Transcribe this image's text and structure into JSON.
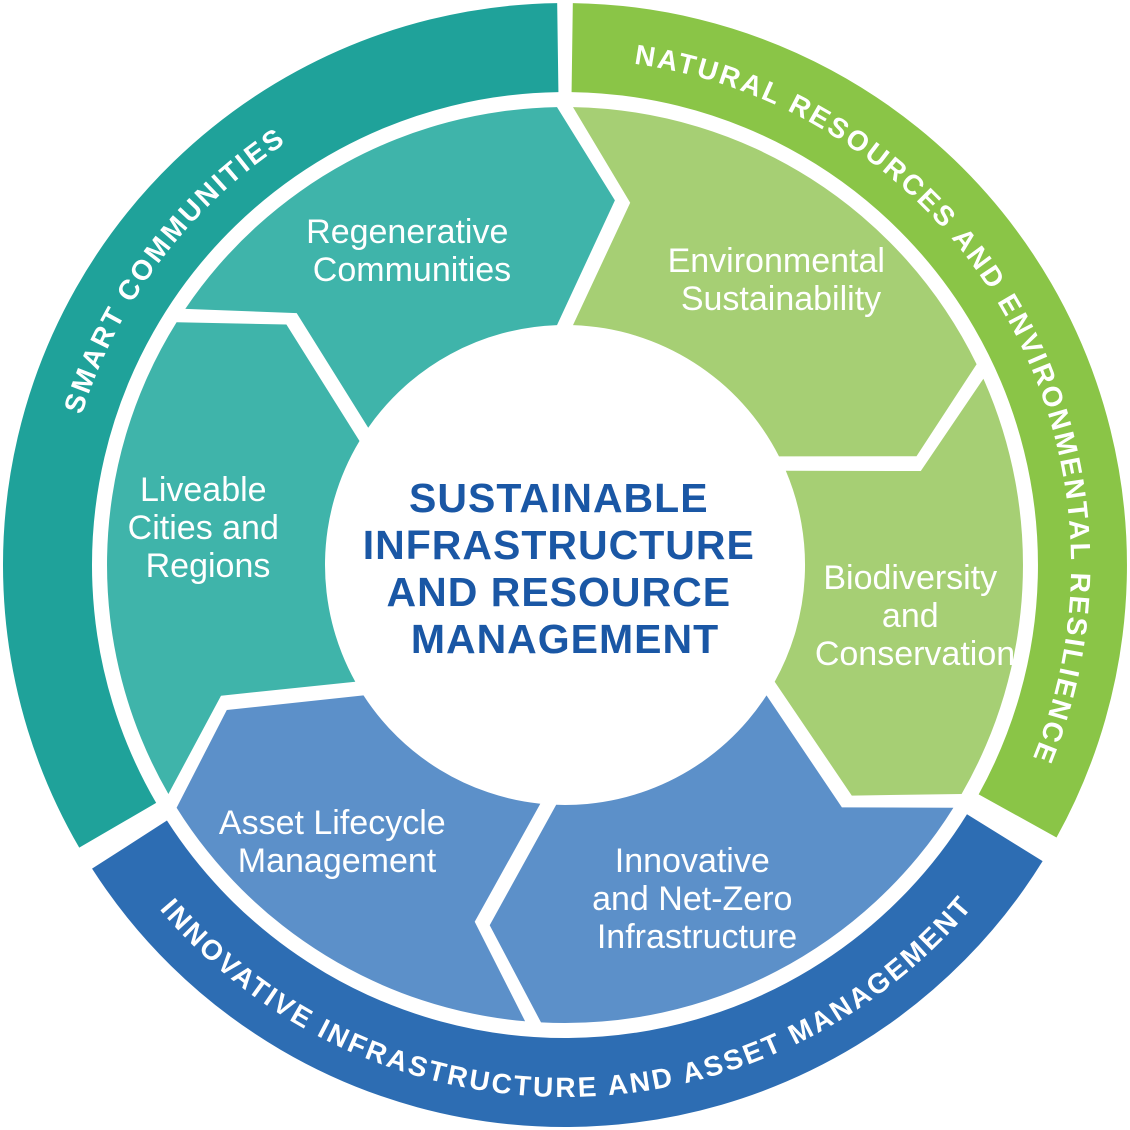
{
  "diagram": {
    "center_title": {
      "lines": [
        "SUSTAINABLE",
        "INFRASTRUCTURE",
        "AND RESOURCE",
        "MANAGEMENT"
      ],
      "color": "#1A57A5"
    },
    "text_color": "#FFFFFF",
    "outer_arcs": [
      {
        "id": "smart-communities",
        "label": "SMART COMMUNITIES",
        "color": "#1FA29A"
      },
      {
        "id": "natural-resources",
        "label": "NATURAL RESOURCES AND ENVIRONMENTAL RESILIENCE",
        "color": "#8AC547"
      },
      {
        "id": "innovative-infrastructure",
        "label": "INNOVATIVE INFRASTRUCTURE AND ASSET MANAGEMENT",
        "color": "#2D6DB3"
      }
    ],
    "segments": [
      {
        "id": "regenerative-communities",
        "lines": [
          "Regenerative",
          "Communities"
        ],
        "color": "#3FB4AA"
      },
      {
        "id": "environmental-sustainability",
        "lines": [
          "Environmental",
          "Sustainability"
        ],
        "color": "#A6CF74"
      },
      {
        "id": "biodiversity-conservation",
        "lines": [
          "Biodiversity",
          "and",
          "Conservation"
        ],
        "color": "#A6CF74"
      },
      {
        "id": "innovative-net-zero",
        "lines": [
          "Innovative",
          "and Net-Zero",
          "Infrastructure"
        ],
        "color": "#5C90C9"
      },
      {
        "id": "asset-lifecycle",
        "lines": [
          "Asset Lifecycle",
          "Management"
        ],
        "color": "#5C90C9"
      },
      {
        "id": "liveable-cities",
        "lines": [
          "Liveable",
          "Cities and",
          "Regions"
        ],
        "color": "#3FB4AA"
      }
    ]
  }
}
